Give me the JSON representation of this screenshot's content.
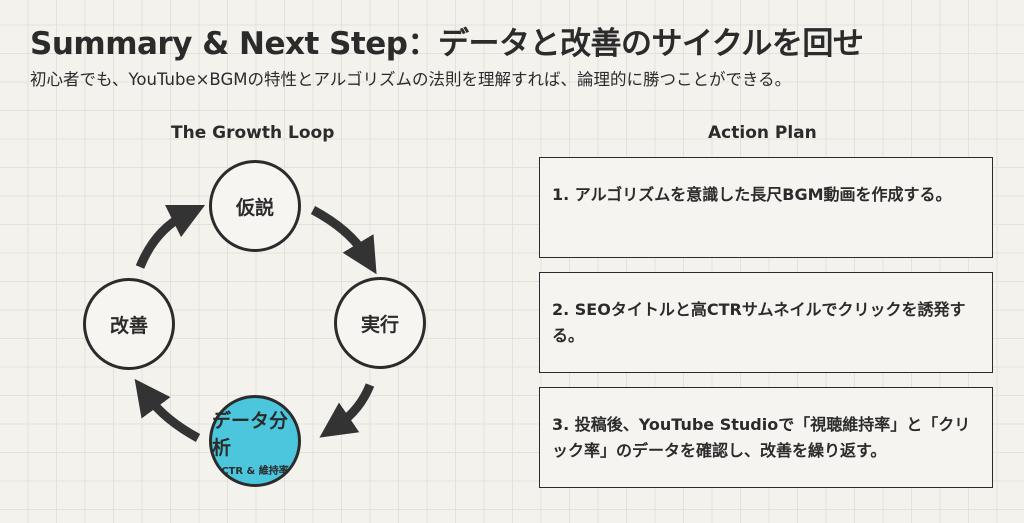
{
  "title": "Summary & Next Step：データと改善のサイクルを回せ",
  "subtitle": "初心者でも、YouTube×BGMの特性とアルゴリズムの法則を理解すれば、論理的に勝つことができる。",
  "loop": {
    "heading": "The Growth Loop",
    "nodes": [
      {
        "label": "仮説"
      },
      {
        "label": "実行"
      },
      {
        "label": "データ分析",
        "sub": "CTR & 維持率"
      },
      {
        "label": "改善"
      }
    ],
    "highlight_color": "#4cc6dc"
  },
  "plan": {
    "heading": "Action Plan",
    "items": [
      "1. アルゴリズムを意識した長尺BGM動画を作成する。",
      "2. SEOタイトルと高CTRサムネイルでクリックを誘発する。",
      "3. 投稿後、YouTube Studioで「視聴維持率」と「クリック率」のデータを確認し、改善を繰り返す。"
    ]
  }
}
